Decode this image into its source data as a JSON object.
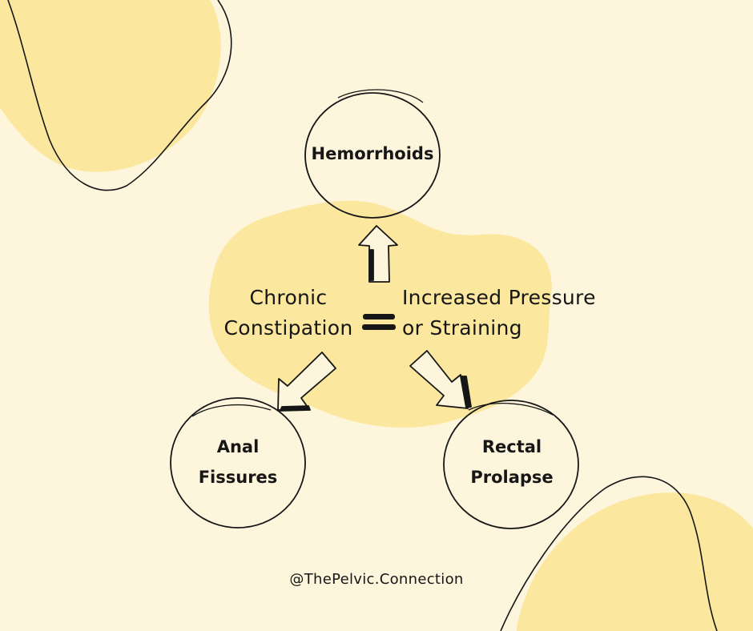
{
  "diagram": {
    "center": {
      "left_text": [
        "Chronic",
        "Constipation"
      ],
      "right_text": [
        "Increased Pressure",
        "or Straining"
      ],
      "operator": "="
    },
    "nodes": [
      {
        "id": "hemorrhoids",
        "lines": [
          "Hemorrhoids"
        ]
      },
      {
        "id": "anal-fissures",
        "lines": [
          "Anal",
          "Fissures"
        ]
      },
      {
        "id": "rectal-prolapse",
        "lines": [
          "Rectal",
          "Prolapse"
        ]
      }
    ],
    "edges": [
      {
        "from": "center",
        "to": "hemorrhoids"
      },
      {
        "from": "center",
        "to": "anal-fissures"
      },
      {
        "from": "center",
        "to": "rectal-prolapse"
      }
    ],
    "handle": "@ThePelvic.Connection"
  },
  "colors": {
    "background": "#fdf6dc",
    "blob": "#fbe79d",
    "ink": "#161616",
    "arrow_fill": "#fdf6dc"
  }
}
